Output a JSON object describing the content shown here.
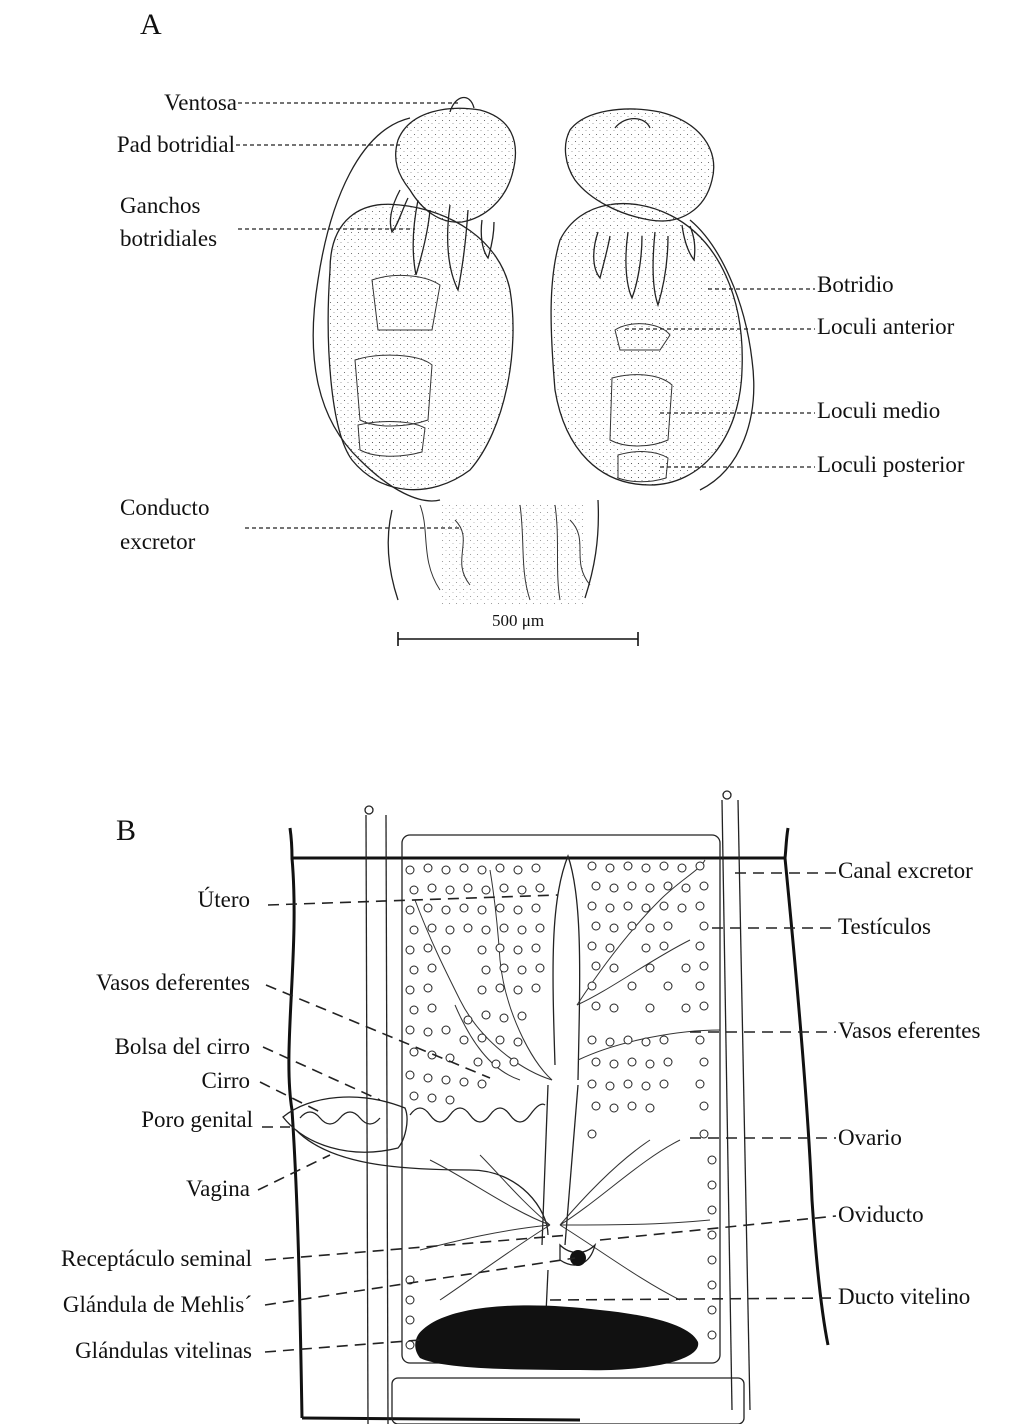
{
  "panel_a": {
    "letter": "A",
    "labels": {
      "ventosa": "Ventosa",
      "pad_botridial": "Pad botridial",
      "ganchos_1": "Ganchos",
      "ganchos_2": "botridiales",
      "botridio": "Botridio",
      "loculi_anterior": "Loculi anterior",
      "loculi_medio": "Loculi medio",
      "loculi_posterior": "Loculi posterior",
      "conducto_1": "Conducto",
      "conducto_2": "excretor"
    },
    "scale_bar": "500 μm"
  },
  "panel_b": {
    "letter": "B",
    "labels": {
      "utero": "Útero",
      "vasos_deferentes": "Vasos deferentes",
      "bolsa_del_cirro": "Bolsa del cirro",
      "cirro": "Cirro",
      "poro_genital": "Poro genital",
      "vagina": "Vagina",
      "receptaculo_seminal": "Receptáculo seminal",
      "glandula_de_mehlis": "Glándula de Mehlis´",
      "glandulas_vitelinas": "Glándulas vitelinas",
      "canal_excretor": "Canal excretor",
      "testiculos": "Testículos",
      "vasos_eferentes": "Vasos eferentes",
      "ovario": "Ovario",
      "oviducto": "Oviducto",
      "ducto_vitelino": "Ducto vitelino"
    }
  }
}
